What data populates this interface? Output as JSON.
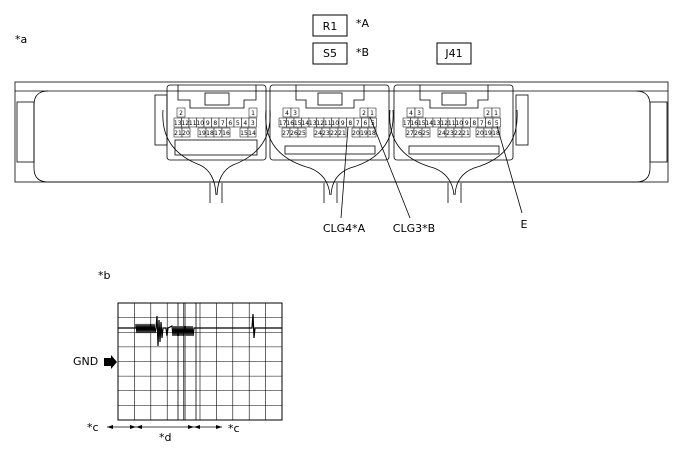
{
  "labels": {
    "view_a": "*a",
    "view_b": "*b",
    "mark_A": "*A",
    "mark_B": "*B",
    "connector_r1": "R1",
    "connector_s5": "S5",
    "connector_j41": "J41",
    "pin_clg4": "CLG4*A",
    "pin_clg3": "CLG3*B",
    "pin_e": "E",
    "gnd": "GND",
    "span_c_left": "*c",
    "span_d": "*d",
    "span_c_right": "*c"
  },
  "connector1": {
    "row1": [
      "2",
      "1"
    ],
    "row2": [
      "13",
      "12",
      "11",
      "10",
      "9",
      "8",
      "7",
      "6",
      "5",
      "4",
      "3"
    ],
    "row3": [
      "21",
      "20",
      "19",
      "18",
      "17",
      "16",
      "15",
      "14"
    ]
  },
  "connector2": {
    "row1": [
      "4",
      "3",
      "2",
      "1"
    ],
    "row2": [
      "17",
      "16",
      "15",
      "14",
      "13",
      "12",
      "11",
      "10",
      "9",
      "8",
      "7",
      "6",
      "5"
    ],
    "row3": [
      "27",
      "26",
      "25",
      "24",
      "23",
      "22",
      "21",
      "20",
      "19",
      "18"
    ]
  },
  "connector3": {
    "row1": [
      "4",
      "3",
      "2",
      "1"
    ],
    "row2": [
      "17",
      "16",
      "15",
      "14",
      "13",
      "12",
      "11",
      "10",
      "9",
      "8",
      "7",
      "6",
      "5"
    ],
    "row3": [
      "27",
      "26",
      "25",
      "24",
      "23",
      "22",
      "21",
      "20",
      "19",
      "18"
    ]
  }
}
